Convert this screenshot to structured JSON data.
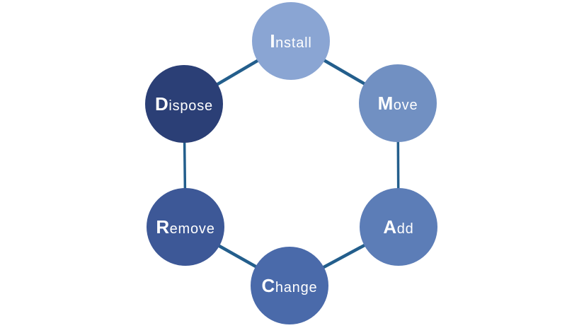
{
  "diagram": {
    "type": "cycle",
    "description": "Six-step asset lifecycle cycle diagram",
    "background": "#ffffff"
  },
  "connector": {
    "color": "#235e8c"
  },
  "nodes": [
    {
      "id": "install",
      "label": "Install",
      "initial": "I",
      "rest": "nstall",
      "color": "#8aa5d3",
      "text_color": "#ffffff"
    },
    {
      "id": "move",
      "label": "Move",
      "initial": "M",
      "rest": "ove",
      "color": "#7190c2",
      "text_color": "#ffffff"
    },
    {
      "id": "add",
      "label": "Add",
      "initial": "A",
      "rest": "dd",
      "color": "#5c7db7",
      "text_color": "#ffffff"
    },
    {
      "id": "change",
      "label": "Change",
      "initial": "C",
      "rest": "hange",
      "color": "#4a6aaa",
      "text_color": "#ffffff"
    },
    {
      "id": "remove",
      "label": "Remove",
      "initial": "R",
      "rest": "emove",
      "color": "#3d5897",
      "text_color": "#ffffff"
    },
    {
      "id": "dispose",
      "label": "Dispose",
      "initial": "D",
      "rest": "ispose",
      "color": "#2b3f76",
      "text_color": "#ffffff"
    }
  ],
  "connections": [
    {
      "from": "install",
      "to": "move"
    },
    {
      "from": "move",
      "to": "add"
    },
    {
      "from": "add",
      "to": "change"
    },
    {
      "from": "change",
      "to": "remove"
    },
    {
      "from": "remove",
      "to": "dispose"
    },
    {
      "from": "dispose",
      "to": "install"
    }
  ]
}
